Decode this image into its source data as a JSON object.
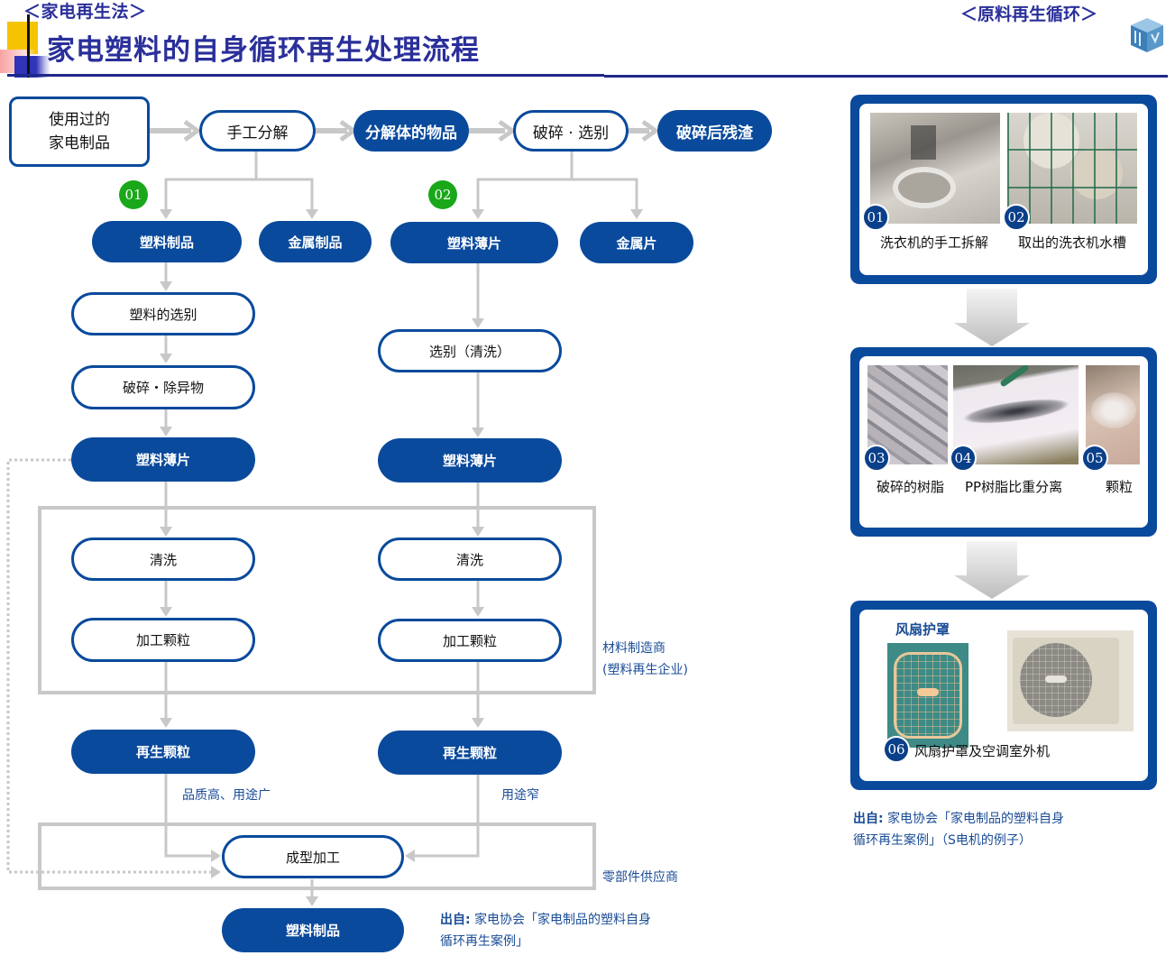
{
  "header": {
    "sub_title_left": "＜家电再生法＞",
    "main_title": "家电塑料的自身循环再生处理流程",
    "sub_title_right": "＜原料再生循环＞",
    "logo_icon": "cube-logo-icon"
  },
  "flow": {
    "top_row": {
      "used_appliance": "使用过的\n家电制品",
      "used_appliance_line1": "使用过的",
      "used_appliance_line2": "家电制品",
      "manual_disassembly": "手工分解",
      "disassembled_items": "分解体的物品",
      "crush_sort": "破碎 · 选别",
      "crush_residue": "破碎后残渣"
    },
    "badges": [
      "01",
      "02"
    ],
    "left_branch": {
      "plastic_products": "塑料制品",
      "metal_products": "金属制品",
      "plastic_sorting": "塑料的选别",
      "crush_remove": "破碎・除异物",
      "plastic_flakes": "塑料薄片",
      "washing": "清洗",
      "pelletizing": "加工颗粒",
      "recycled_pellets": "再生颗粒",
      "quality_note": "品质高、用途广"
    },
    "right_branch": {
      "plastic_flakes": "塑料薄片",
      "metal_flakes": "金属片",
      "sorting_washing": "选别（清洗）",
      "plastic_flakes_2": "塑料薄片",
      "washing": "清洗",
      "pelletizing": "加工颗粒",
      "recycled_pellets": "再生颗粒",
      "usage_note": "用途窄"
    },
    "molding": "成型加工",
    "final_product": "塑料制品",
    "group_labels": {
      "material_maker_line1": "材料制造商",
      "material_maker_line2": "(塑料再生企业)",
      "parts_supplier": "零部件供应商"
    },
    "source": {
      "label": "出自:",
      "line1": "家电协会「家电制品的塑料自身",
      "line2": "循环再生案例」"
    }
  },
  "photos": {
    "panel1": [
      {
        "badge": "01",
        "caption": "洗衣机的手工拆解"
      },
      {
        "badge": "02",
        "caption": "取出的洗衣机水槽"
      }
    ],
    "panel2": [
      {
        "badge": "03",
        "caption": "破碎的树脂"
      },
      {
        "badge": "04",
        "caption": "PP树脂比重分离"
      },
      {
        "badge": "05",
        "caption": "颗粒"
      }
    ],
    "panel3": {
      "fan_guard_label": "风扇护罩",
      "badge": "06",
      "caption": "风扇护罩及空调室外机"
    },
    "source": {
      "label": "出自:",
      "line1": "家电协会「家电制品的塑料自身",
      "line2": "循环再生案例」（S电机的例子）"
    }
  },
  "colors": {
    "navy": "#0a4a9c",
    "title": "#2a2f9a",
    "connector": "#c8c8c8",
    "badge_green": "#1aa81a",
    "note_blue": "#1a4c96"
  }
}
